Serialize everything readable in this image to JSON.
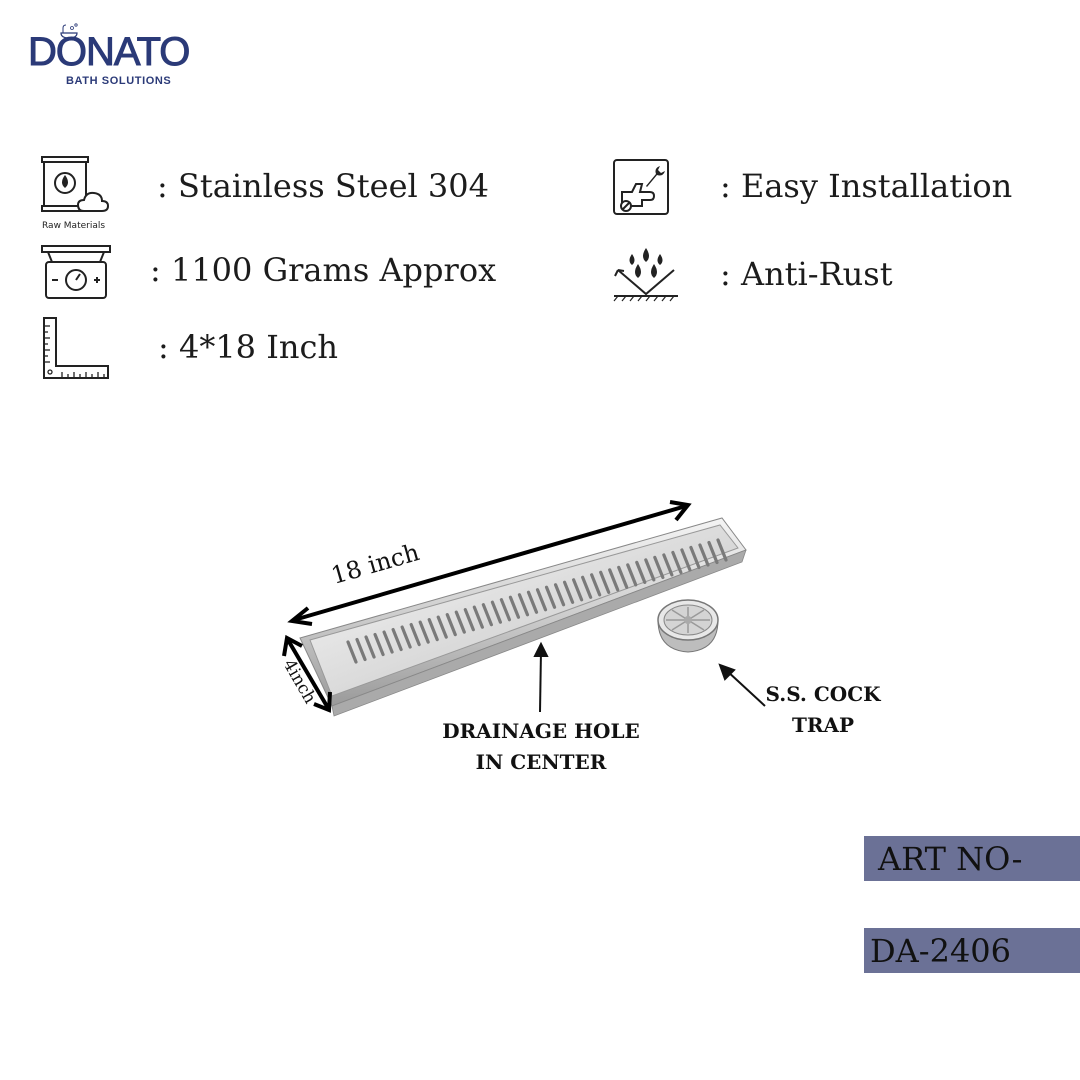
{
  "brand": {
    "name": "DONATO",
    "tagline": "BATH SOLUTIONS",
    "color": "#2b3a78"
  },
  "specs": {
    "material": ": Stainless Steel 304",
    "material_icon_label": "Raw Materials",
    "weight": ": 1100 Grams Approx",
    "size": ": 4*18 Inch",
    "installation": ": Easy Installation",
    "rust": ": Anti-Rust"
  },
  "icons": {
    "material": "raw-materials-icon",
    "weight": "weighing-scale-icon",
    "size": "ruler-square-icon",
    "installation": "wrench-hand-icon",
    "rust": "water-drops-icon"
  },
  "product": {
    "length_label": "18 inch",
    "width_label": "4inch",
    "drain_callout": [
      "DRAINAGE HOLE",
      "IN CENTER"
    ],
    "trap_callout": [
      "S.S. COCK",
      "TRAP"
    ]
  },
  "article": {
    "label": "ART NO-",
    "number": "DA-2406",
    "badge_color": "#6b7196"
  }
}
